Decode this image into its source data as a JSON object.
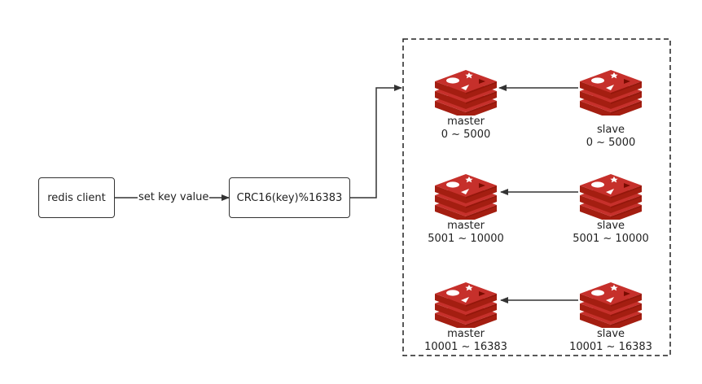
{
  "colors": {
    "redis_red": "#c6302b",
    "redis_dark": "#a41e11",
    "redis_darker": "#7a0c00",
    "line": "#333333"
  },
  "client": {
    "label": "redis client"
  },
  "edge_client_hash": {
    "label": "set key value"
  },
  "hash": {
    "label": "CRC16(key)%16383"
  },
  "cluster": {
    "groups": [
      {
        "master": {
          "role": "master",
          "range": "0 ~ 5000",
          "icon": "redis-icon"
        },
        "slave": {
          "role": "slave",
          "range": "0 ~ 5000",
          "icon": "redis-icon"
        }
      },
      {
        "master": {
          "role": "master",
          "range": "5001 ~ 10000",
          "icon": "redis-icon"
        },
        "slave": {
          "role": "slave",
          "range": "5001 ~ 10000",
          "icon": "redis-icon"
        }
      },
      {
        "master": {
          "role": "master",
          "range": "10001 ~ 16383",
          "icon": "redis-icon"
        },
        "slave": {
          "role": "slave",
          "range": "10001 ~ 16383",
          "icon": "redis-icon"
        }
      }
    ]
  }
}
